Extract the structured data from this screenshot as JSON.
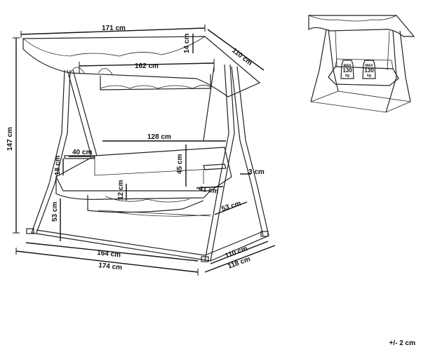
{
  "dimensions": {
    "canopy_width": "171 cm",
    "canopy_depth": "110 cm",
    "canopy_height": "14 cm",
    "inner_width": "162 cm",
    "total_height": "147 cm",
    "seat_width": "128 cm",
    "armrest_length": "40 cm",
    "armrest_height": "18 cm",
    "backrest_height": "45 cm",
    "frame_offset": "3 cm",
    "seat_depth": "41 cm",
    "cushion_thickness": "12 cm",
    "seat_height": "53 cm",
    "base_depth_inner": "53 cm",
    "base_width_inner": "164 cm",
    "base_width_outer": "174 cm",
    "base_depth_front": "110 cm",
    "base_depth_outer": "118 cm"
  },
  "max_load": {
    "label_top": "MAX",
    "value": "130",
    "unit": "kg"
  },
  "tolerance": "+/- 2 cm",
  "colors": {
    "line": "#222222",
    "background": "#ffffff"
  }
}
